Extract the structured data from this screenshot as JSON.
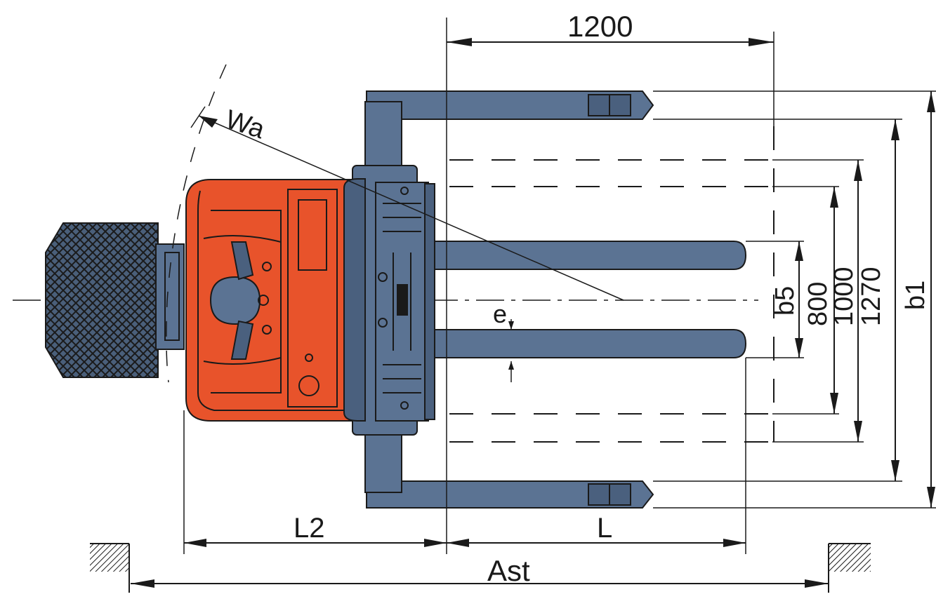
{
  "labels": {
    "top_dimension": "1200",
    "wa": "Wa",
    "b5": "b5",
    "dim_800": "800",
    "dim_1000": "1000",
    "dim_1270": "1270",
    "b1": "b1",
    "e": "e",
    "l2": "L2",
    "l": "L",
    "ast": "Ast"
  },
  "colors": {
    "body": "#e8532b",
    "steel": "#5b7393",
    "line": "#1a1a1a"
  }
}
